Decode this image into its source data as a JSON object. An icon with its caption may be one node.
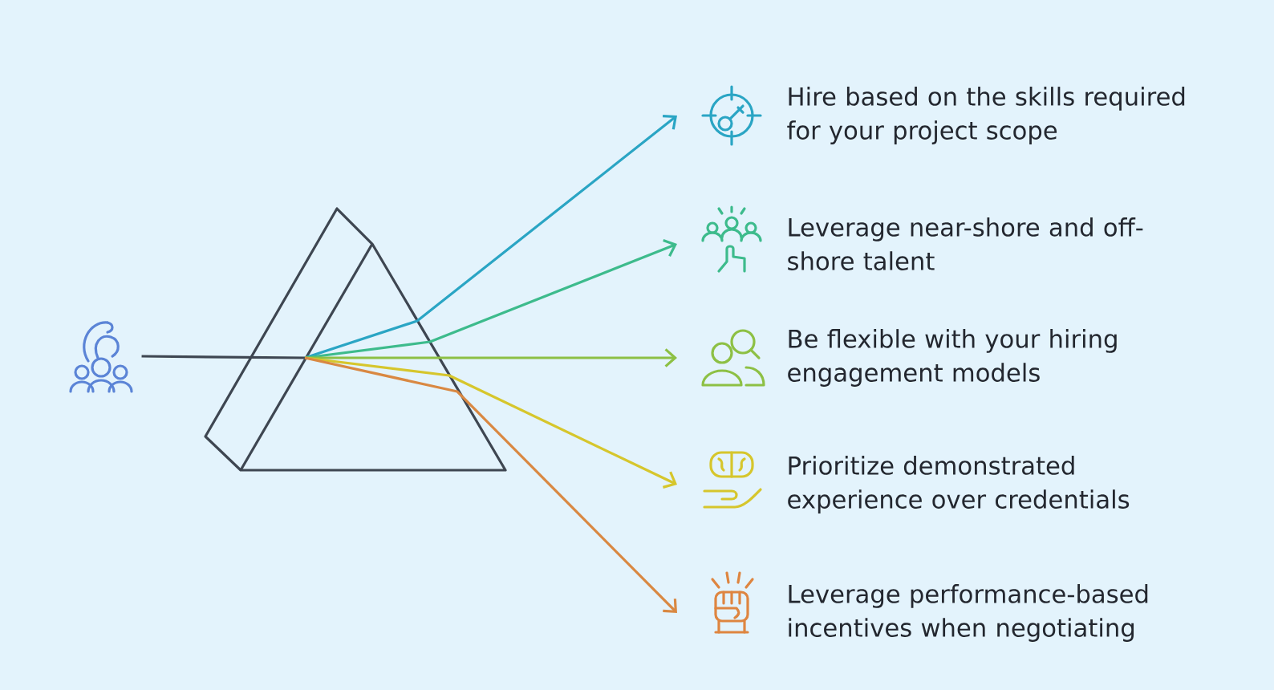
{
  "diagram": {
    "nodes": [
      {
        "text": [],
        "shape": "picture"
      },
      {
        "text": [],
        "shape": "prism"
      },
      {
        "text": [
          "Hire based on the skills required for your project scope"
        ]
      },
      {
        "text": [
          "Leverage near-shore and off-shore talent"
        ]
      },
      {
        "text": [
          "Be flexible with your hiring engagement models"
        ]
      },
      {
        "text": [
          "Prioritize demonstrated experience over credentials"
        ]
      },
      {
        "text": [
          "Leverage performance-based incentives when negotiating"
        ]
      }
    ],
    "edges": [
      {
        "from": 0,
        "to": 1,
        "arrow": "none",
        "color": "#3e4651"
      },
      {
        "from": 1,
        "to": 2,
        "arrow": "to",
        "color": "#2aa5c4"
      },
      {
        "from": 1,
        "to": 3,
        "arrow": "to",
        "color": "#3dbb8c"
      },
      {
        "from": 1,
        "to": 4,
        "arrow": "to",
        "color": "#8dc044"
      },
      {
        "from": 1,
        "to": 5,
        "arrow": "to",
        "color": "#d6c62c"
      },
      {
        "from": 1,
        "to": 6,
        "arrow": "to",
        "color": "#d98842"
      }
    ]
  }
}
